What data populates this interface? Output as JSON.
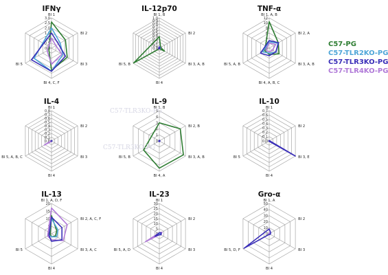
{
  "legend": [
    {
      "name": "C57-PG",
      "color": "#2e7d32"
    },
    {
      "name": "C57-TLR2KO-PG",
      "color": "#4fa6d8"
    },
    {
      "name": "C57-TLR3KO-PG",
      "color": "#3a2fb8"
    },
    {
      "name": "C57-TLR4KO-PG",
      "color": "#b07ad8"
    }
  ],
  "watermarks": [
    "C57-TLR3KO-PG",
    "C57-TLR3KO-PG"
  ],
  "chart_data": [
    {
      "type": "radar",
      "title": "IFNγ",
      "axes": [
        "BI 1",
        "BI 2",
        "BI 3",
        "BI 4, C, F",
        "BI 5"
      ],
      "ticks": [
        "0.0",
        "0.5",
        "1.0",
        "1.5",
        "2.0",
        "2.5",
        "3.0"
      ],
      "rmax": 3,
      "series": [
        {
          "name": "C57-PG",
          "values": [
            2.6,
            1.6,
            1.8,
            2.2,
            0.3
          ]
        },
        {
          "name": "C57-TLR2KO-PG",
          "values": [
            2.0,
            1.0,
            1.3,
            2.3,
            2.0
          ]
        },
        {
          "name": "C57-TLR3KO-PG",
          "values": [
            1.5,
            0.8,
            1.6,
            2.3,
            2.3
          ]
        },
        {
          "name": "C57-TLR4KO-PG",
          "values": [
            1.0,
            0.5,
            1.2,
            1.6,
            0.5
          ]
        }
      ]
    },
    {
      "type": "radar",
      "title": "IL-12p70",
      "axes": [
        "BI 1, B",
        "BI 2",
        "BI 3, A, B",
        "BI 4",
        "BI 5, B"
      ],
      "ticks": [
        "0.0",
        "0.1",
        "0.2",
        "0.3",
        "0.4",
        "0.5",
        "0.6",
        "0.7",
        "0.8",
        "0.9",
        "1.0"
      ],
      "rmax": 1,
      "series": [
        {
          "name": "C57-PG",
          "values": [
            0.38,
            0.05,
            0.2,
            0.02,
            0.98
          ]
        },
        {
          "name": "C57-TLR2KO-PG",
          "values": [
            0.05,
            0.03,
            0.03,
            0.02,
            0.03
          ]
        },
        {
          "name": "C57-TLR3KO-PG",
          "values": [
            0.04,
            0.02,
            0.03,
            0.02,
            0.03
          ]
        },
        {
          "name": "C57-TLR4KO-PG",
          "values": [
            0.05,
            0.02,
            0.03,
            0.02,
            0.03
          ]
        }
      ]
    },
    {
      "type": "radar",
      "title": "TNF-α",
      "axes": [
        "BI 1, A, B",
        "BI 2, A",
        "BI 3, A, B",
        "BI 4, A, B, C",
        "BI 5, A, B"
      ],
      "ticks": [
        "0",
        "2",
        "4",
        "6",
        "8",
        "10",
        "12"
      ],
      "rmax": 12,
      "series": [
        {
          "name": "C57-PG",
          "values": [
            10.5,
            4.2,
            4.5,
            2.5,
            2.0
          ]
        },
        {
          "name": "C57-TLR2KO-PG",
          "values": [
            2.5,
            4.0,
            3.2,
            2.0,
            3.0
          ]
        },
        {
          "name": "C57-TLR3KO-PG",
          "values": [
            3.0,
            4.3,
            3.0,
            3.0,
            4.0
          ]
        },
        {
          "name": "C57-TLR4KO-PG",
          "values": [
            2.0,
            3.0,
            1.5,
            1.5,
            1.5
          ]
        }
      ]
    },
    {
      "type": "radar",
      "title": "IL-4",
      "axes": [
        "BI 1",
        "BI 2",
        "BI 3",
        "BI 4",
        "BI 5, A, B, C"
      ],
      "ticks": [
        "0.0",
        "0.1",
        "0.2",
        "0.3",
        "0.4",
        "0.5",
        "0.6",
        "0.7",
        "0.8"
      ],
      "rmax": 0.8,
      "series": [
        {
          "name": "C57-PG",
          "values": [
            0.01,
            0.01,
            0.01,
            0.01,
            0.01
          ]
        },
        {
          "name": "C57-TLR2KO-PG",
          "values": [
            0.01,
            0.01,
            0.01,
            0.01,
            0.01
          ]
        },
        {
          "name": "C57-TLR3KO-PG",
          "values": [
            0.01,
            0.01,
            0.01,
            0.01,
            0.01
          ]
        },
        {
          "name": "C57-TLR4KO-PG",
          "values": [
            0.01,
            0.01,
            0.01,
            0.01,
            0.22
          ]
        }
      ]
    },
    {
      "type": "radar",
      "title": "IL-9",
      "axes": [
        "BI 1, B",
        "BI 2, B",
        "BI 3, A, B",
        "BI 4, A",
        "BI 5, B"
      ],
      "ticks": [
        "0",
        "1",
        "2",
        "3",
        "4",
        "5"
      ],
      "rmax": 5,
      "series": [
        {
          "name": "C57-PG",
          "values": [
            3.0,
            4.0,
            4.6,
            4.5,
            3.0
          ]
        },
        {
          "name": "C57-TLR2KO-PG",
          "values": [
            0.1,
            0.1,
            0.1,
            0.1,
            0.1
          ]
        },
        {
          "name": "C57-TLR3KO-PG",
          "values": [
            0.1,
            0.1,
            0.1,
            0.1,
            0.1
          ]
        },
        {
          "name": "C57-TLR4KO-PG",
          "values": [
            0.1,
            0.1,
            0.1,
            0.1,
            0.1
          ]
        }
      ]
    },
    {
      "type": "radar",
      "title": "IL-10",
      "axes": [
        "BI 1",
        "BI 2",
        "BI 3, E",
        "BI 4",
        "BI 5"
      ],
      "ticks": [
        "0.0",
        "0.1",
        "0.2",
        "0.3",
        "0.4",
        "0.5",
        "0.6",
        "0.7"
      ],
      "rmax": 0.7,
      "series": [
        {
          "name": "C57-PG",
          "values": [
            0.01,
            0.01,
            0.01,
            0.01,
            0.01
          ]
        },
        {
          "name": "C57-TLR2KO-PG",
          "values": [
            0.01,
            0.01,
            0.01,
            0.01,
            0.01
          ]
        },
        {
          "name": "C57-TLR3KO-PG",
          "values": [
            0.01,
            0.01,
            0.7,
            0.01,
            0.01
          ]
        },
        {
          "name": "C57-TLR4KO-PG",
          "values": [
            0.01,
            0.01,
            0.01,
            0.01,
            0.01
          ]
        }
      ]
    },
    {
      "type": "radar",
      "title": "IL-13",
      "axes": [
        "BI 1, A, D, F",
        "BI 2, A, C, F",
        "BI 3, A, C",
        "BI 4",
        "BI 5"
      ],
      "ticks": [
        "0",
        "5",
        "10",
        "15",
        "20"
      ],
      "rmax": 20,
      "series": [
        {
          "name": "C57-PG",
          "values": [
            12,
            4,
            3,
            2,
            1
          ]
        },
        {
          "name": "C57-TLR2KO-PG",
          "values": [
            10,
            5,
            4,
            2,
            2
          ]
        },
        {
          "name": "C57-TLR3KO-PG",
          "values": [
            11,
            8,
            8,
            5,
            2
          ]
        },
        {
          "name": "C57-TLR4KO-PG",
          "values": [
            17,
            12,
            9,
            4,
            3
          ]
        }
      ]
    },
    {
      "type": "radar",
      "title": "IL-23",
      "axes": [
        "BI 1",
        "BI 2",
        "BI 3",
        "BI 4",
        "BI 5, A, D"
      ],
      "ticks": [
        "0",
        "5",
        "10",
        "15",
        "20",
        "25",
        "30"
      ],
      "rmax": 30,
      "series": [
        {
          "name": "C57-PG",
          "values": [
            1,
            1,
            1,
            1,
            2
          ]
        },
        {
          "name": "C57-TLR2KO-PG",
          "values": [
            1,
            1,
            1,
            1,
            2
          ]
        },
        {
          "name": "C57-TLR3KO-PG",
          "values": [
            1,
            2,
            2,
            1,
            5
          ]
        },
        {
          "name": "C57-TLR4KO-PG",
          "values": [
            1,
            3,
            2,
            1,
            16
          ]
        }
      ]
    },
    {
      "type": "radar",
      "title": "Gro-α",
      "axes": [
        "BI 1, A",
        "BI 2",
        "BI 3",
        "BI 4",
        "BI 5, D, F"
      ],
      "ticks": [
        "0",
        "10",
        "20",
        "30",
        "40",
        "50"
      ],
      "rmax": 50,
      "series": [
        {
          "name": "C57-PG",
          "values": [
            1,
            1,
            1,
            1,
            1
          ]
        },
        {
          "name": "C57-TLR2KO-PG",
          "values": [
            1,
            1,
            1,
            1,
            1
          ]
        },
        {
          "name": "C57-TLR3KO-PG",
          "values": [
            8,
            3,
            2,
            1,
            48
          ]
        },
        {
          "name": "C57-TLR4KO-PG",
          "values": [
            2,
            1,
            1,
            1,
            1
          ]
        }
      ]
    }
  ]
}
